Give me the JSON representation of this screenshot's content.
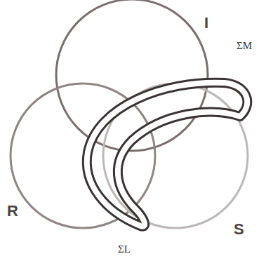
{
  "diagram": {
    "labels": [
      "I",
      "ΣM",
      "R",
      "S",
      "ΣL"
    ]
  }
}
